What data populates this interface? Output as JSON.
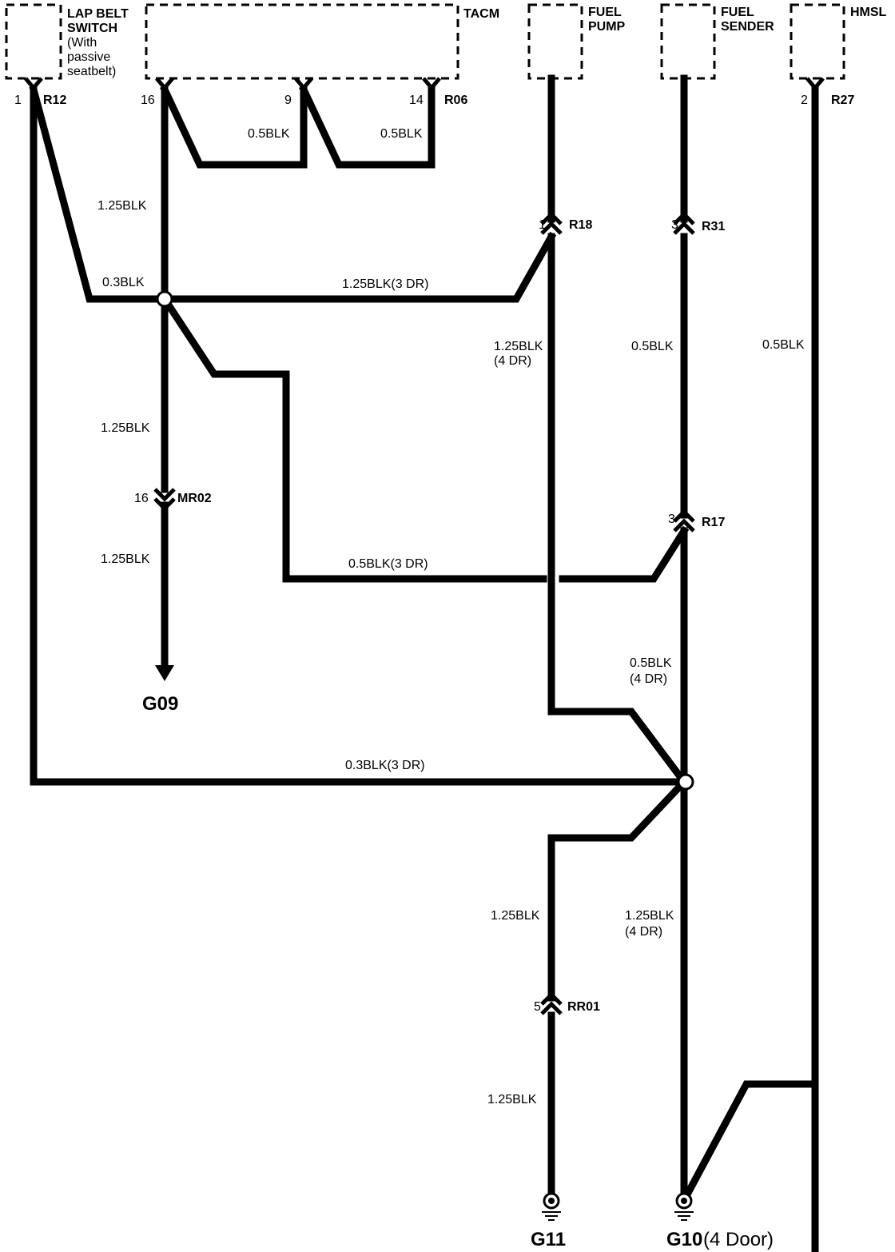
{
  "components": {
    "lap_belt": [
      "LAP BELT",
      "SWITCH",
      "(With",
      " passive",
      "seatbelt)"
    ],
    "tacm": "TACM",
    "fuel_pump": [
      "FUEL",
      "PUMP"
    ],
    "fuel_sender": [
      "FUEL",
      "SENDER"
    ],
    "hmsl": "HMSL"
  },
  "connectors": {
    "r12": "R12",
    "r06": "R06",
    "r18": "R18",
    "r31": "R31",
    "r27": "R27",
    "mr02": "MR02",
    "r17": "R17",
    "rr01": "RR01"
  },
  "pins": {
    "lap_belt": "1",
    "tacm_16": "16",
    "tacm_9": "9",
    "tacm_14": "14",
    "r27": "2",
    "r18": "1",
    "r31": "3",
    "mr02": "16",
    "r17": "3",
    "rr01": "5"
  },
  "wires": {
    "tacm9": "0.5BLK",
    "tacm14": "0.5BLK",
    "tacm16": "1.25BLK",
    "lapbelt_splice": "0.3BLK",
    "splice_fuelpump_3dr": "1.25BLK(3 DR)",
    "fuelpump_4dr": [
      "1.25BLK",
      "(4 DR)"
    ],
    "fuelsender_upper": "0.5BLK",
    "hmsl": "0.5BLK",
    "to_mr02": "1.25BLK",
    "mr02_to_g09": "1.25BLK",
    "r17_3dr": "0.5BLK(3 DR)",
    "r17_4dr": [
      "0.5BLK",
      "(4 DR)"
    ],
    "lapbelt_bottom_3dr": "0.3BLK(3 DR)",
    "to_rr01": "1.25BLK",
    "g10_4dr": [
      "1.25BLK",
      "(4 DR)"
    ],
    "rr01_to_g11": "1.25BLK"
  },
  "grounds": {
    "g09": "G09",
    "g11": "G11",
    "g10": "G10",
    "g10_note": "(4 Door)"
  }
}
